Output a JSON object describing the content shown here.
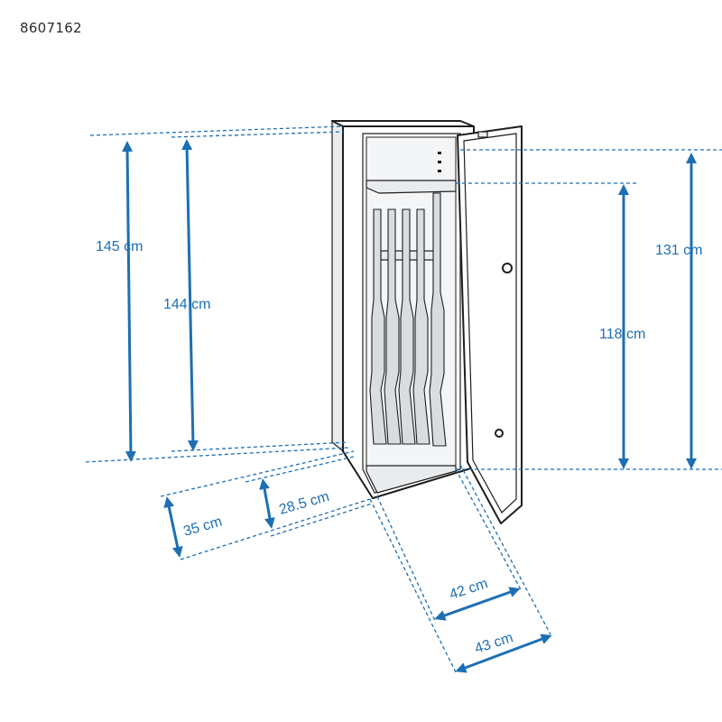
{
  "product": {
    "reference": "8607162"
  },
  "dimensions": {
    "outer_height": "145 cm",
    "inner_height": "144 cm",
    "door_height": "131 cm",
    "compartment_height": "118 cm",
    "outer_depth": "35 cm",
    "inner_depth": "28.5 cm",
    "inner_width": "42 cm",
    "outer_width": "43 cm"
  },
  "colors": {
    "dimension": "#1d6fb3",
    "outline": "#1e1e1e"
  },
  "icons": {
    "safe": "gun-safe-illustration"
  }
}
